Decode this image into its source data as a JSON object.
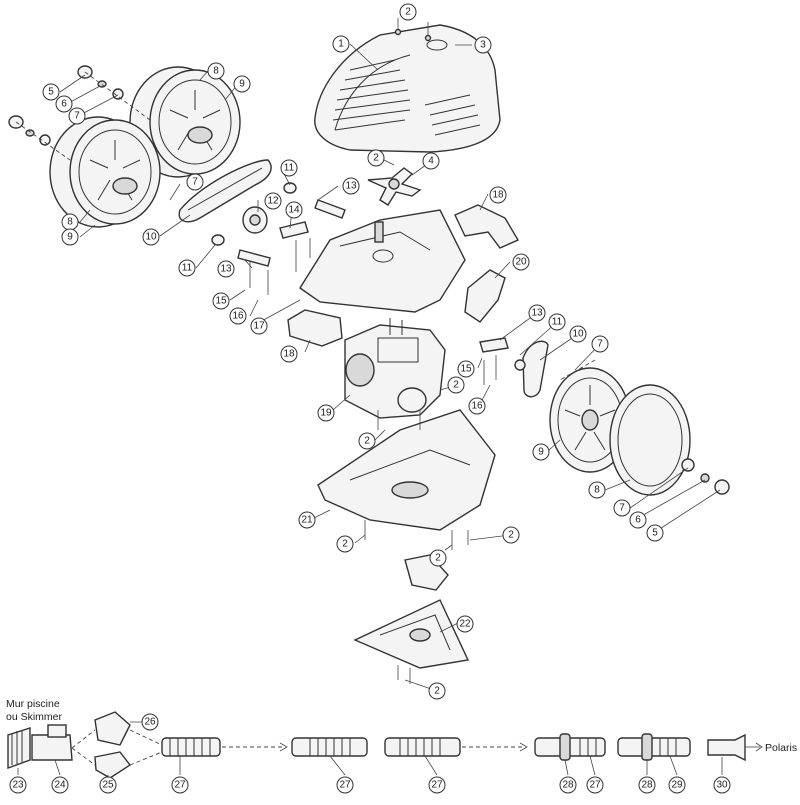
{
  "hose_line": {
    "start_label_line1": "Mur piscine",
    "start_label_line2": "ou Skimmer",
    "end_label": "Polaris"
  },
  "callouts": [
    "1",
    "2",
    "3",
    "4",
    "5",
    "6",
    "7",
    "8",
    "9",
    "10",
    "11",
    "12",
    "13",
    "14",
    "15",
    "16",
    "17",
    "18",
    "19",
    "20",
    "21",
    "22",
    "23",
    "24",
    "25",
    "26",
    "27",
    "28",
    "29",
    "30"
  ]
}
